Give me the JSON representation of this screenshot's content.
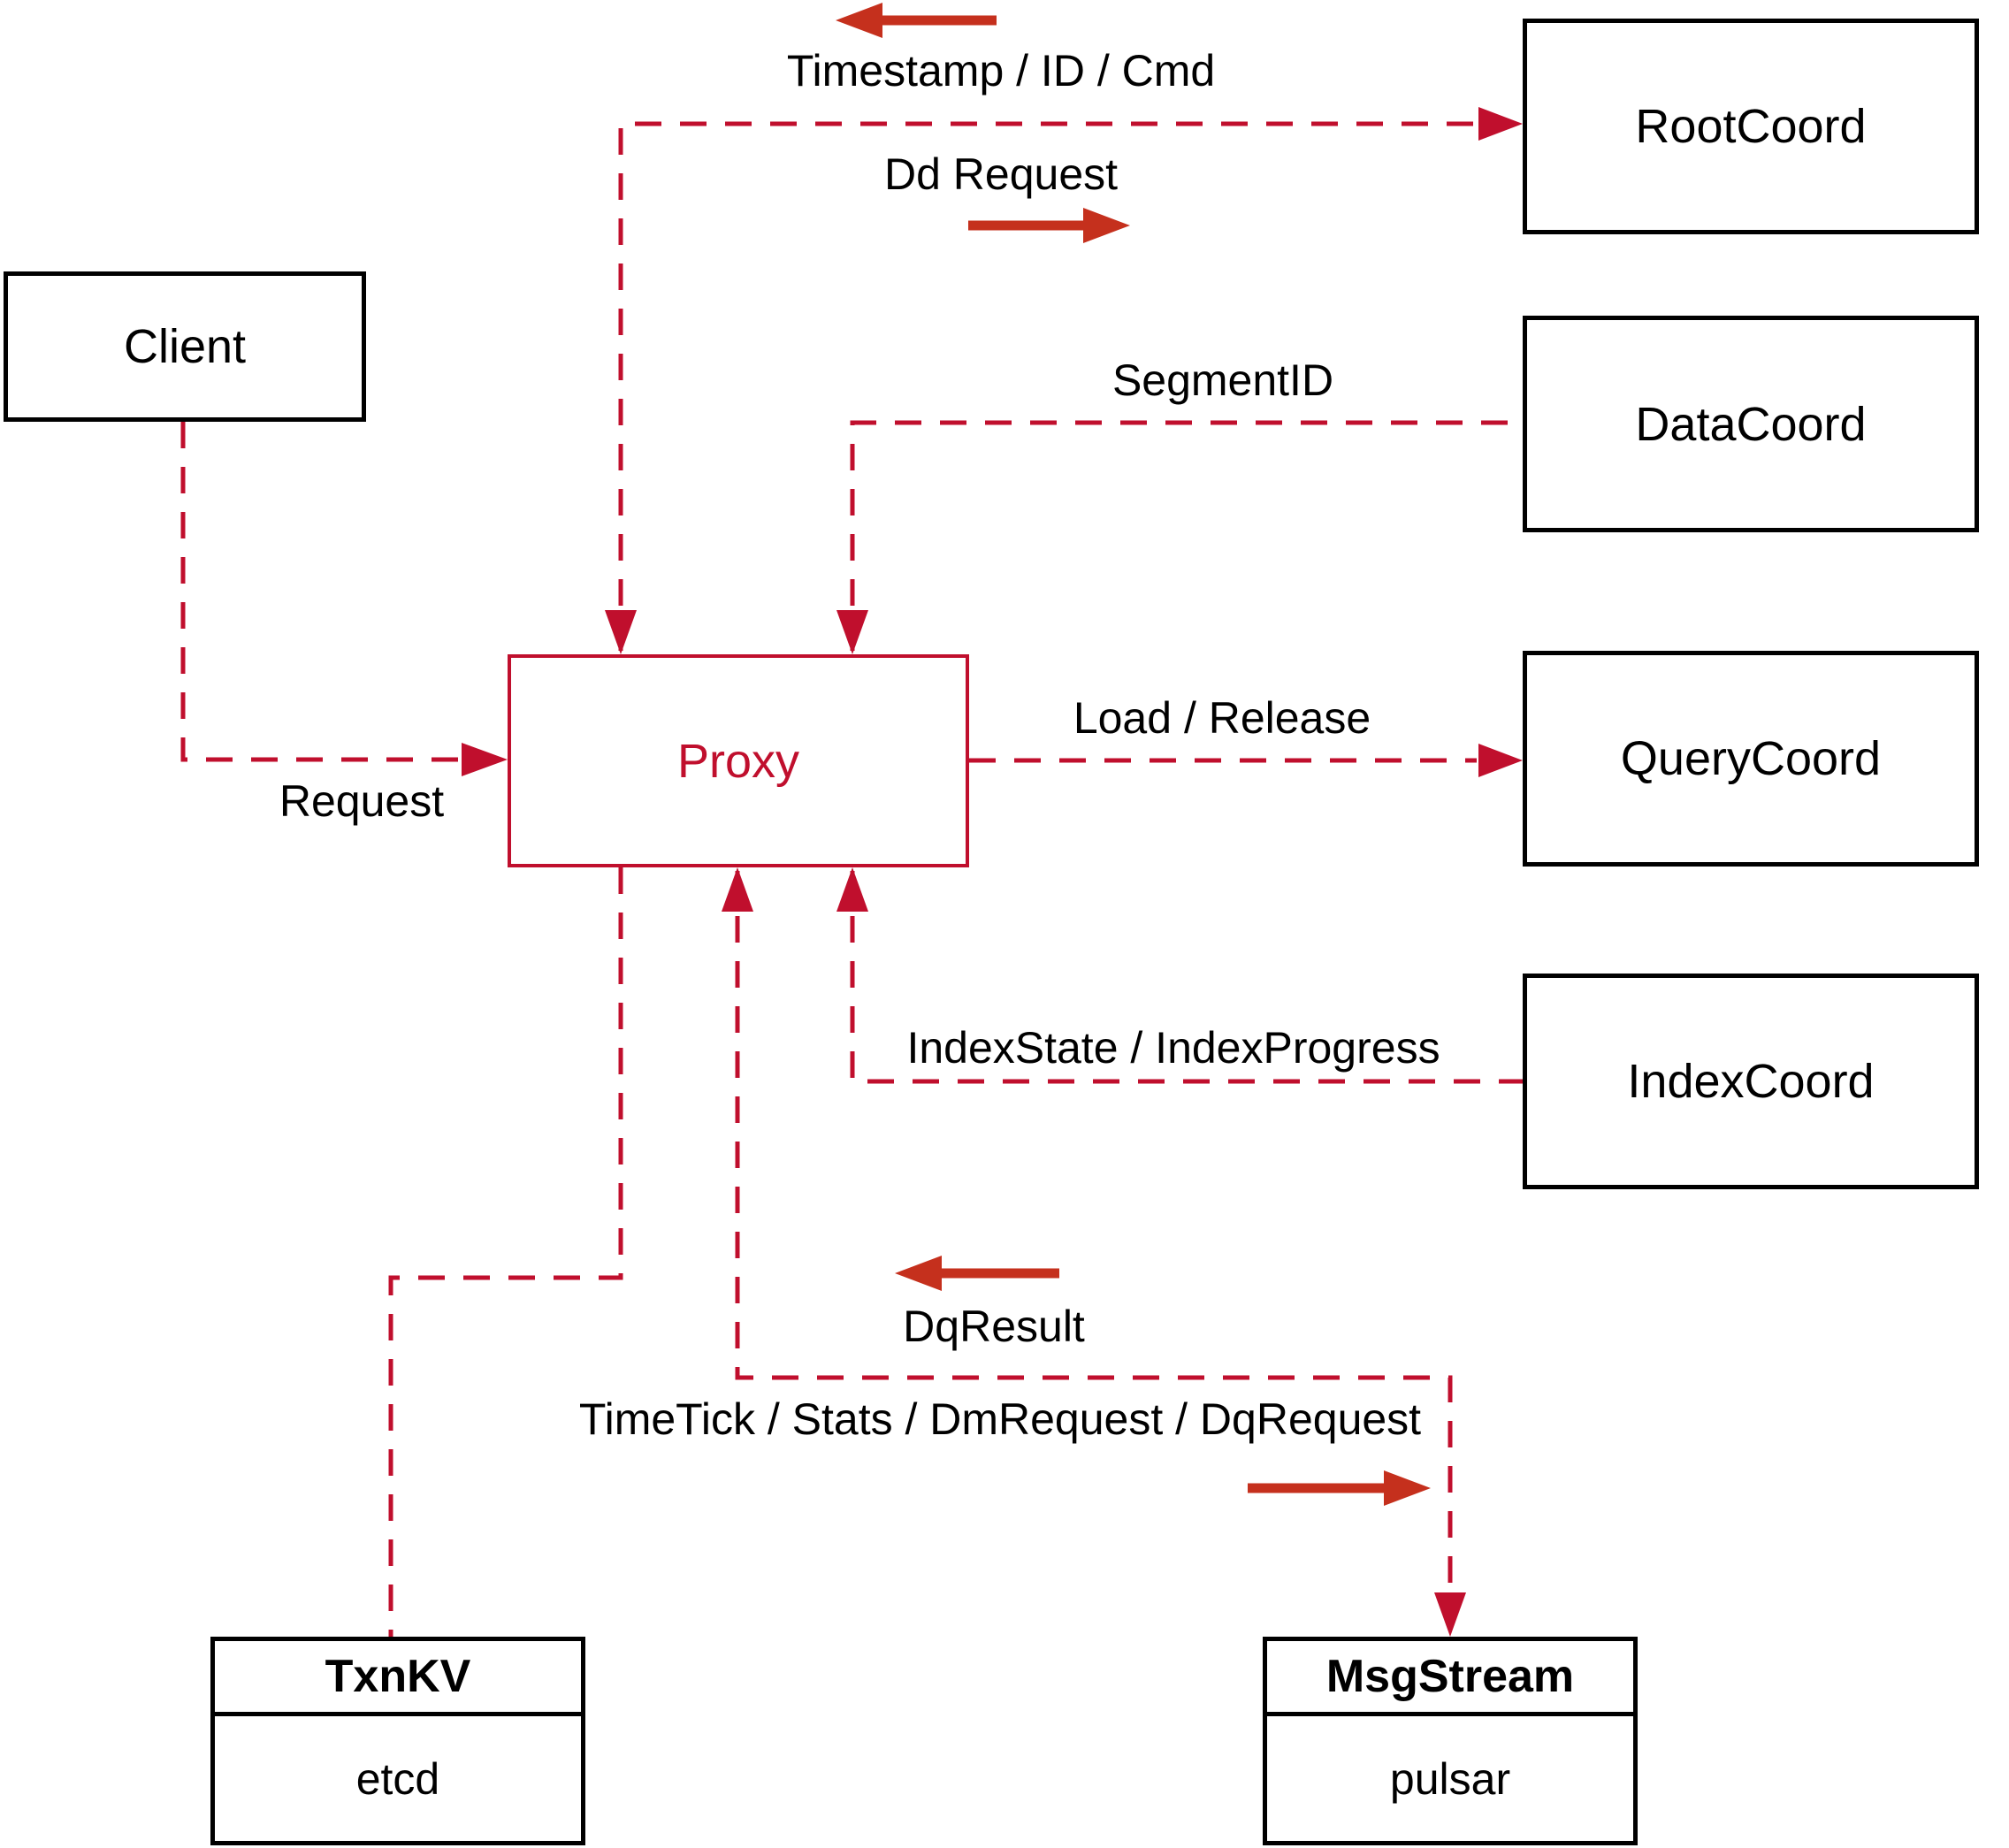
{
  "colors": {
    "line": "#c00f2d",
    "thick_arrow": "#c5301d",
    "box_border": "#000000",
    "proxy_accent": "#c00f2d",
    "background": "#ffffff",
    "text": "#000000"
  },
  "boxes": {
    "client": {
      "label": "Client"
    },
    "root_coord": {
      "label": "RootCoord"
    },
    "data_coord": {
      "label": "DataCoord"
    },
    "query_coord": {
      "label": "QueryCoord"
    },
    "index_coord": {
      "label": "IndexCoord"
    },
    "proxy": {
      "label": "Proxy"
    },
    "txn_kv": {
      "title": "TxnKV",
      "subtitle": "etcd"
    },
    "msg_stream": {
      "title": "MsgStream",
      "subtitle": "pulsar"
    }
  },
  "edge_labels": {
    "timestamp": {
      "text": "Timestamp / ID / Cmd",
      "arrow_direction": "left"
    },
    "dd_request": {
      "text": "Dd Request",
      "arrow_direction": "right"
    },
    "segment_id": {
      "text": "SegmentID"
    },
    "load_release": {
      "text": "Load / Release"
    },
    "request": {
      "text": "Request"
    },
    "index_state": {
      "text": "IndexState / IndexProgress"
    },
    "dq_result": {
      "text": "DqResult",
      "arrow_direction": "left"
    },
    "time_tick": {
      "text": "TimeTick / Stats / DmRequest / DqRequest",
      "arrow_direction": "right"
    }
  },
  "edges": [
    {
      "from": "Client",
      "to": "Proxy",
      "label": "Request",
      "style": "dashed"
    },
    {
      "from": "Proxy",
      "to": "RootCoord",
      "labels": [
        "Timestamp / ID / Cmd",
        "Dd Request"
      ],
      "style": "dashed",
      "bidirectional": true
    },
    {
      "from": "DataCoord",
      "to": "Proxy",
      "label": "SegmentID",
      "style": "dashed"
    },
    {
      "from": "Proxy",
      "to": "QueryCoord",
      "label": "Load / Release",
      "style": "dashed"
    },
    {
      "from": "IndexCoord",
      "to": "Proxy",
      "label": "IndexState / IndexProgress",
      "style": "dashed"
    },
    {
      "from": "Proxy",
      "to": "MsgStream",
      "labels": [
        "DqResult",
        "TimeTick / Stats / DmRequest / DqRequest"
      ],
      "style": "dashed",
      "bidirectional": true
    },
    {
      "from": "Proxy",
      "to": "TxnKV",
      "style": "dashed"
    }
  ]
}
